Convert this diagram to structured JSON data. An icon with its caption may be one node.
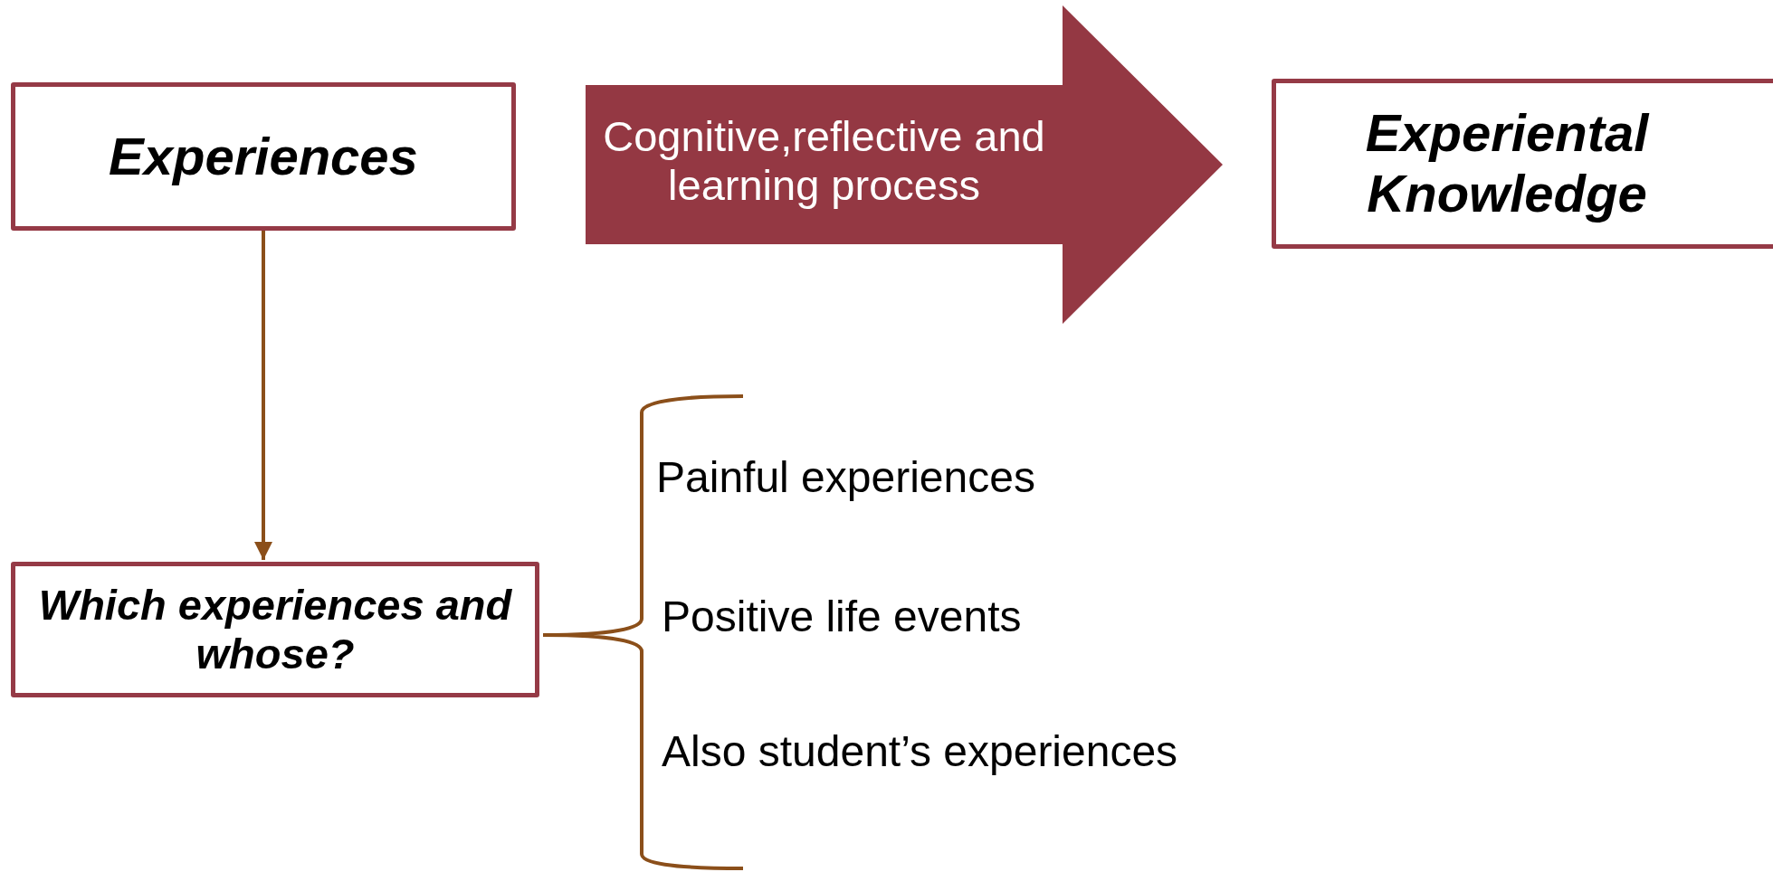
{
  "diagram": {
    "nodes": [
      {
        "text": [
          "Experiences"
        ]
      },
      {
        "text": [
          "Experiental Knowledge"
        ]
      },
      {
        "text": [
          "Which experiences and whose?"
        ]
      }
    ],
    "edges": [
      {
        "from": 0,
        "to": 1,
        "arrow": "to",
        "label": "Cognitive,reflective and learning process",
        "style": "thick"
      },
      {
        "from": 0,
        "to": 2,
        "arrow": "to"
      }
    ],
    "labels": [
      "Painful experiences",
      "Positive life events",
      "Also student’s experiences"
    ]
  }
}
